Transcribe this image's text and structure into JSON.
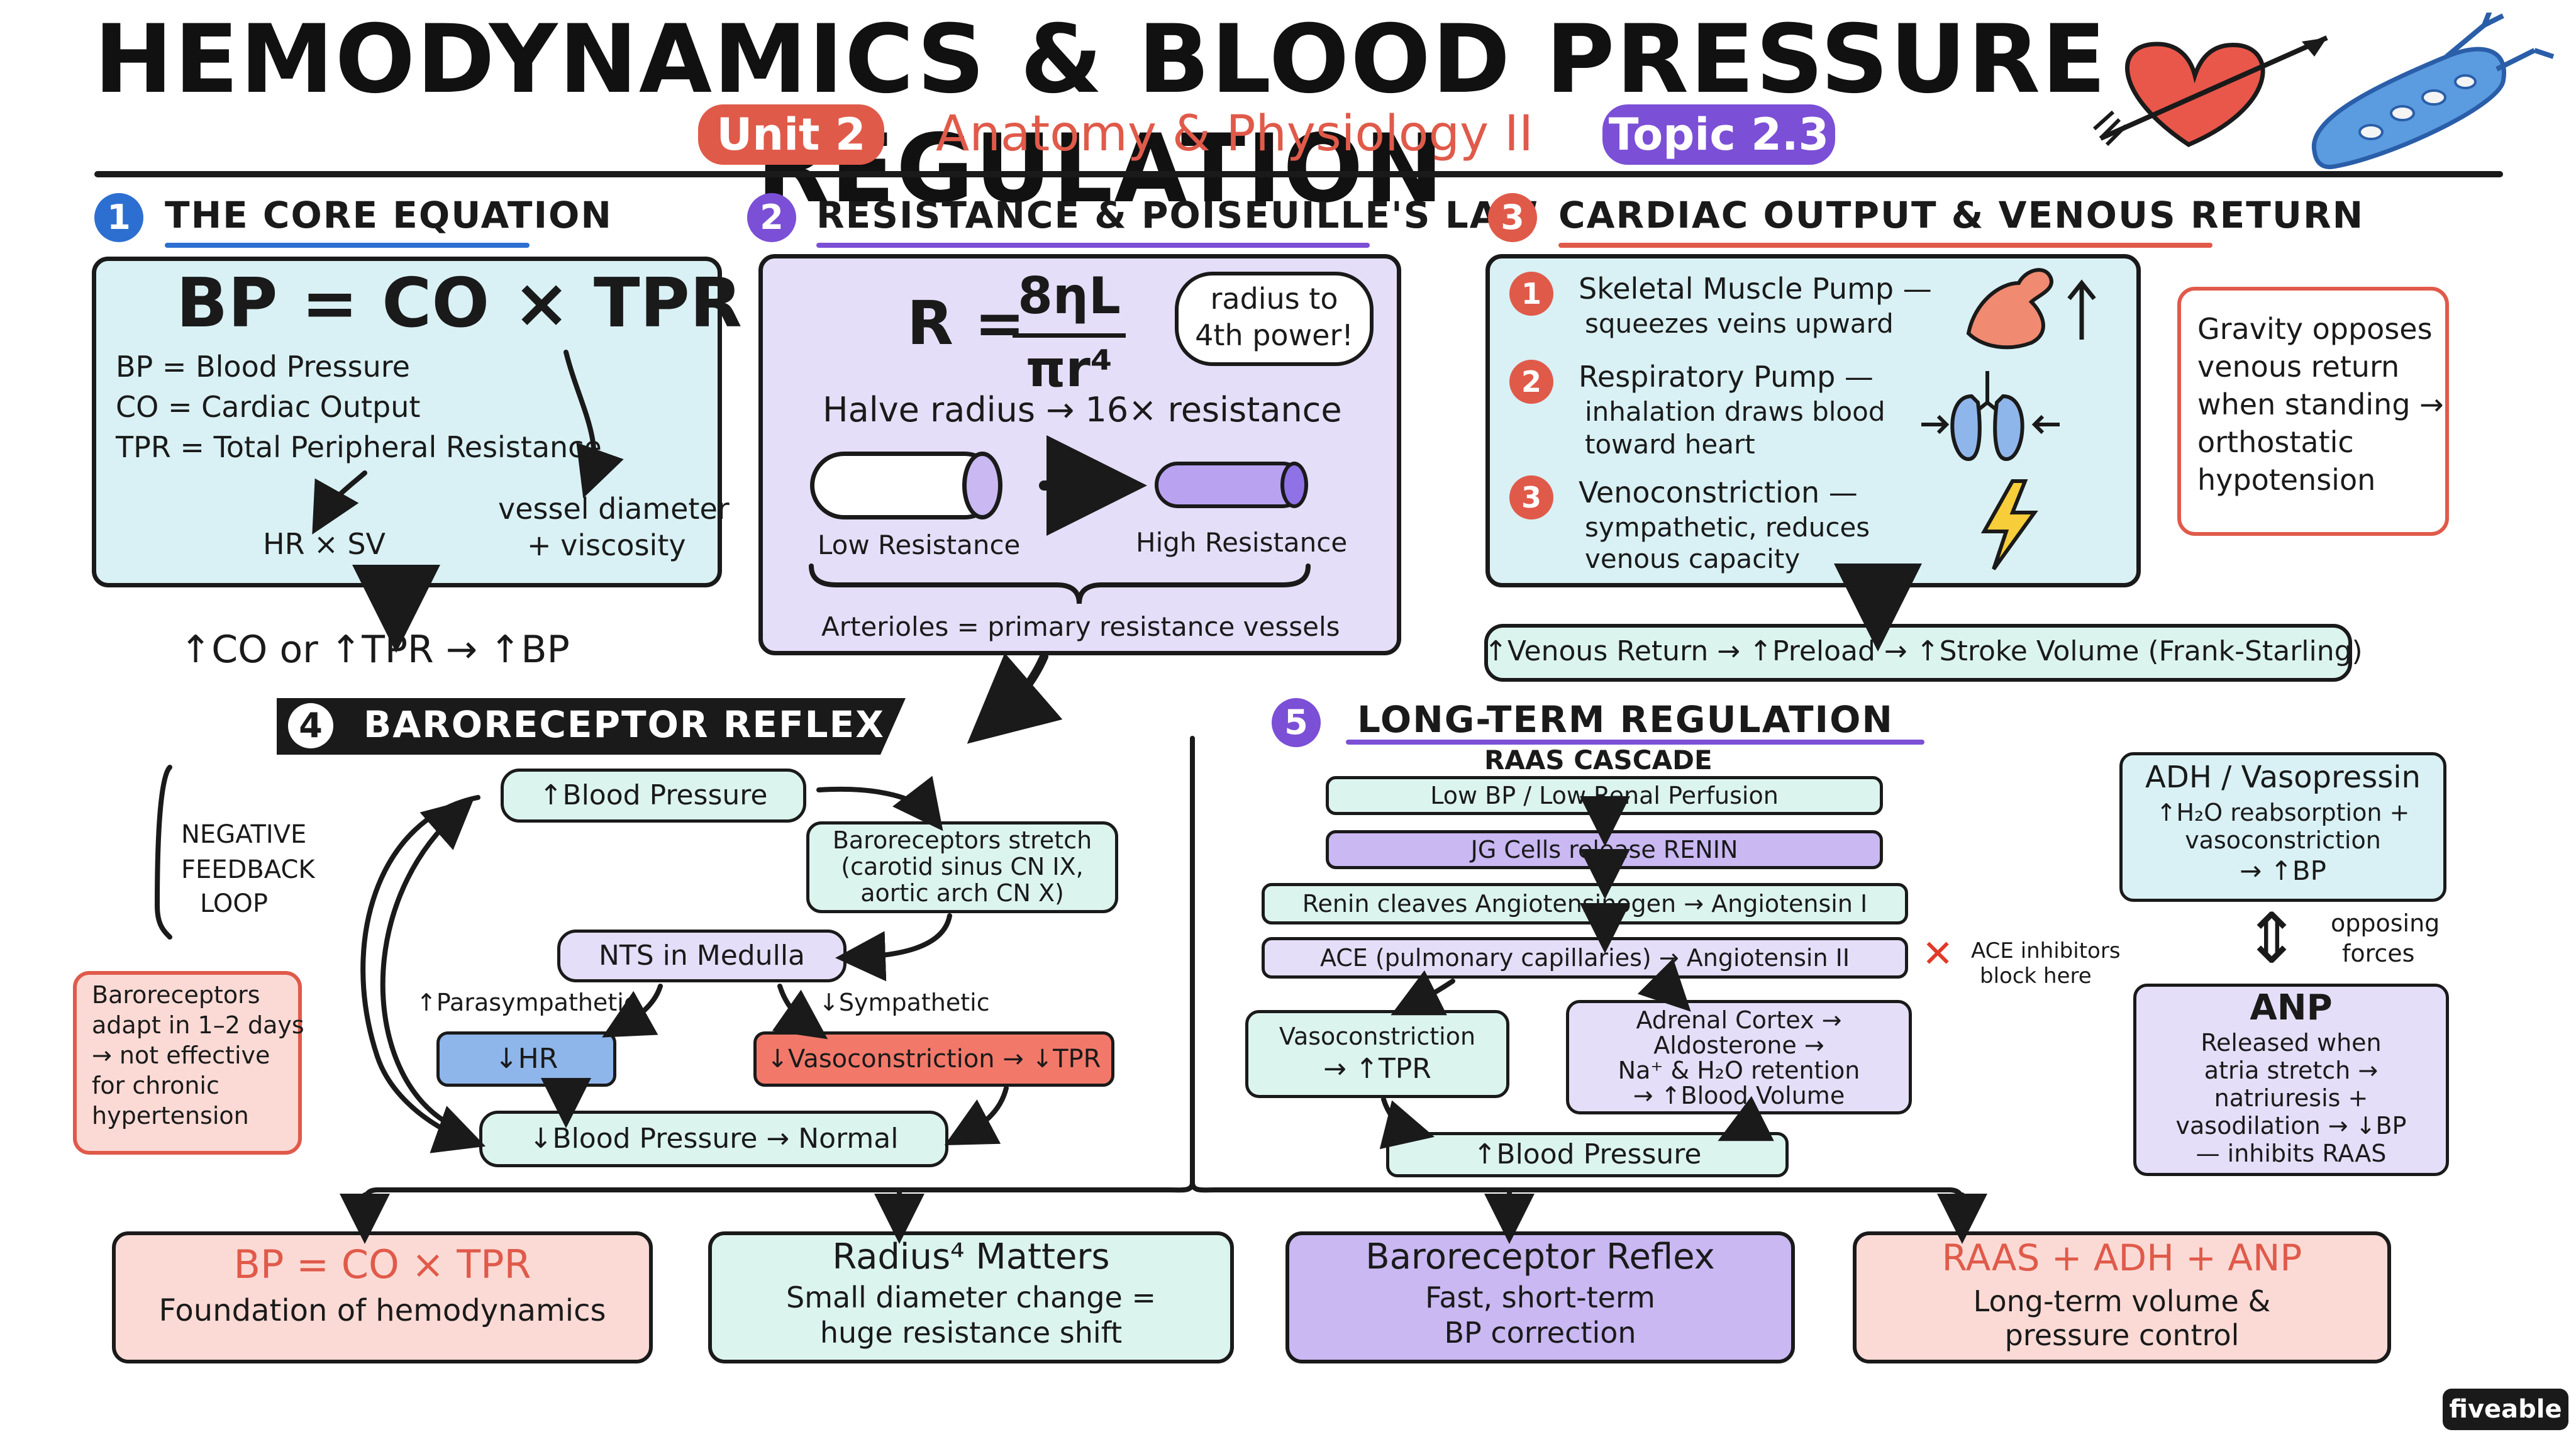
{
  "header": {
    "title": "HEMODYNAMICS & BLOOD PRESSURE REGULATION",
    "unit_badge": "Unit 2",
    "course": "Anatomy & Physiology II",
    "topic_badge": "Topic 2.3"
  },
  "colors": {
    "blue": "#2d6fd1",
    "purple": "#7b4fd6",
    "red": "#e05a4a",
    "light_blue": "#d9f1f4",
    "light_purple": "#e4def8",
    "light_red": "#fbdad5",
    "teal_box": "#dcf4ee",
    "coral": "#f2796a"
  },
  "s1": {
    "num": "1",
    "heading": "THE CORE EQUATION",
    "equation": "BP = CO × TPR",
    "defs": [
      "BP = Blood Pressure",
      "CO = Cardiac Output",
      "TPR = Total Peripheral Resistance"
    ],
    "left_note": "HR × SV",
    "right_note_1": "vessel diameter",
    "right_note_2": "+ viscosity",
    "conclusion": "↑CO or ↑TPR → ↑BP"
  },
  "s2": {
    "num": "2",
    "heading": "RESISTANCE & POISEUILLE'S LAW",
    "formula_lhs": "R =",
    "formula_num": "8ηL",
    "formula_den": "πr⁴",
    "bubble_1": "radius to",
    "bubble_2": "4th power!",
    "halve": "Halve radius → 16× resistance",
    "low": "Low Resistance",
    "high": "High Resistance",
    "arterioles": "Arterioles = primary resistance vessels"
  },
  "s3": {
    "num": "3",
    "heading": "CARDIAC OUTPUT & VENOUS RETURN",
    "items": [
      {
        "num": "1",
        "title": "Skeletal Muscle Pump —",
        "desc": "squeezes veins upward",
        "icon": "muscle-icon"
      },
      {
        "num": "2",
        "title": "Respiratory Pump —",
        "desc_1": "inhalation draws blood",
        "desc_2": "toward heart",
        "icon": "lungs-icon"
      },
      {
        "num": "3",
        "title": "Venoconstriction —",
        "desc_1": "sympathetic, reduces",
        "desc_2": "venous capacity",
        "icon": "lightning-icon"
      }
    ],
    "gravity": [
      "Gravity opposes",
      "venous return",
      "when standing →",
      "orthostatic",
      "hypotension"
    ],
    "chain": "↑Venous Return → ↑Preload → ↑Stroke Volume (Frank-Starling)"
  },
  "s4": {
    "num": "4",
    "heading": "BARORECEPTOR REFLEX",
    "neg_fb": [
      "NEGATIVE",
      "FEEDBACK",
      "LOOP"
    ],
    "adapt": [
      "Baroreceptors",
      "adapt in 1–2 days",
      "→ not effective",
      "for chronic",
      "hypertension"
    ],
    "bp_up": "↑Blood Pressure",
    "stretch": [
      "Baroreceptors stretch",
      "(carotid sinus CN IX,",
      "aortic arch CN X)"
    ],
    "nts": "NTS in Medulla",
    "para": "↑Parasympathetic",
    "symp": "↓Sympathetic",
    "hr": "↓HR",
    "vaso": "↓Vasoconstriction → ↓TPR",
    "normal": "↓Blood Pressure → Normal"
  },
  "s5": {
    "num": "5",
    "heading": "LONG-TERM REGULATION",
    "raas_title": "RAAS CASCADE",
    "raas": [
      "Low BP / Low Renal Perfusion",
      "JG Cells release RENIN",
      "Renin cleaves Angiotensinogen → Angiotensin I",
      "ACE (pulmonary capillaries) → Angiotensin II"
    ],
    "ace_note": [
      "ACE inhibitors",
      "block here"
    ],
    "vasoc": [
      "Vasoconstriction",
      "→ ↑TPR"
    ],
    "adrenal": [
      "Adrenal Cortex →",
      "Aldosterone →",
      "Na⁺ & H₂O retention",
      "→ ↑Blood Volume"
    ],
    "bp_up": "↑Blood Pressure",
    "adh": [
      "ADH / Vasopressin",
      "↑H₂O reabsorption +",
      "vasoconstriction",
      "→ ↑BP"
    ],
    "opposing": [
      "opposing",
      "forces"
    ],
    "anp": [
      "ANP",
      "Released when",
      "atria stretch →",
      "natriuresis +",
      "vasodilation → ↓BP",
      "— inhibits RAAS"
    ]
  },
  "summary": [
    {
      "title": "BP = CO × TPR",
      "line1": "Foundation of hemodynamics",
      "line2": ""
    },
    {
      "title": "Radius⁴ Matters",
      "line1": "Small diameter change =",
      "line2": "huge resistance shift"
    },
    {
      "title": "Baroreceptor Reflex",
      "line1": "Fast, short-term",
      "line2": "BP correction"
    },
    {
      "title": "RAAS + ADH + ANP",
      "line1": "Long-term volume &",
      "line2": "pressure control"
    }
  ],
  "brand": "fiveable"
}
